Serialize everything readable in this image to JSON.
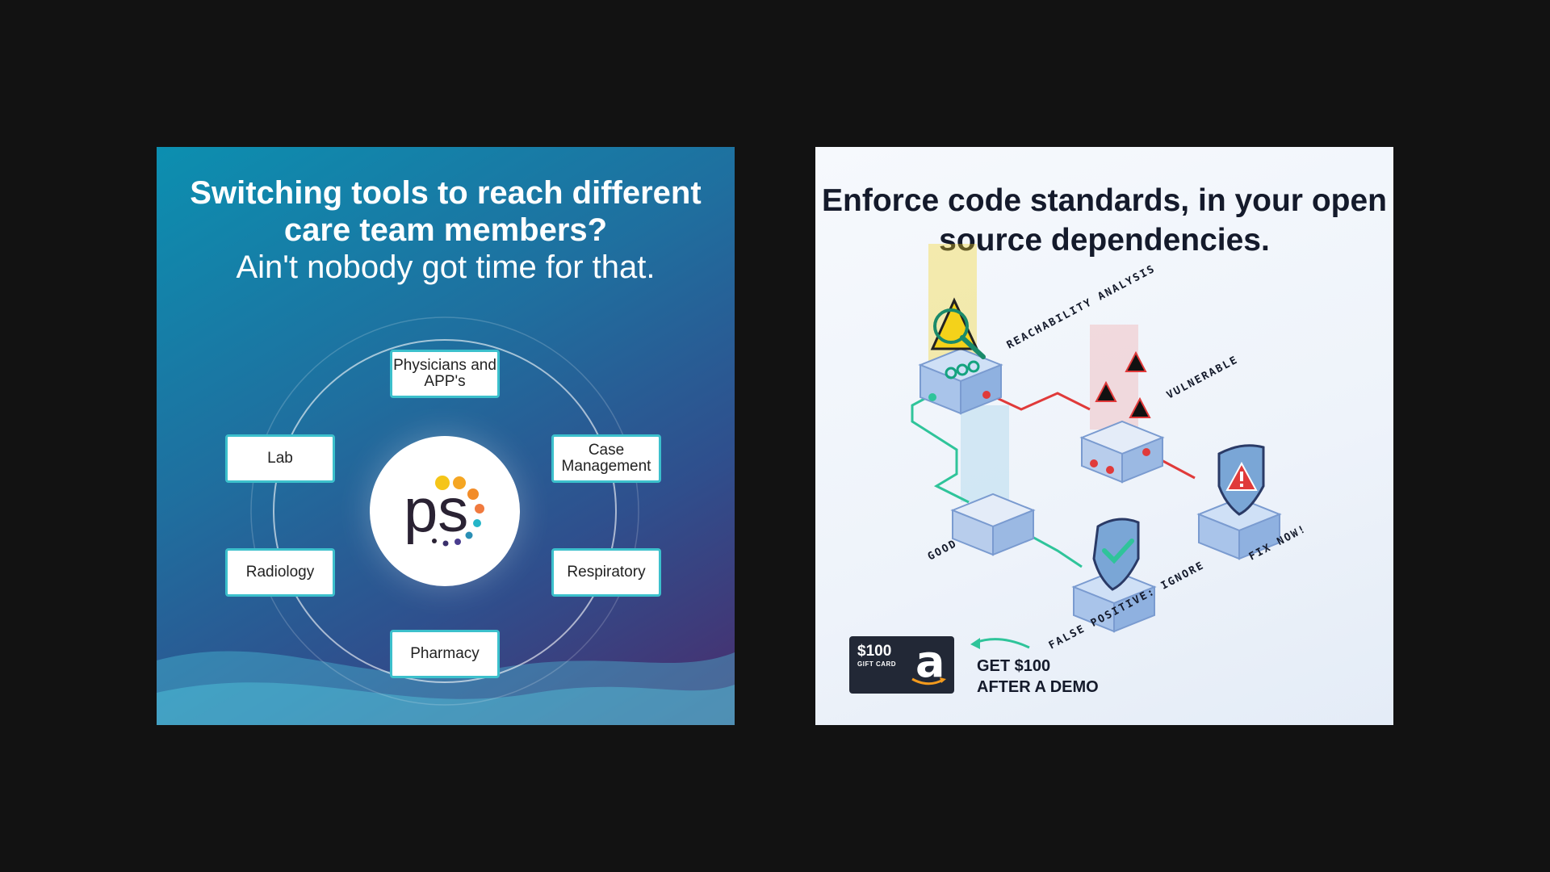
{
  "left_ad": {
    "headline_bold": "Switching tools to reach different care team members?",
    "headline_light": "Ain't nobody got time for that.",
    "logo_text": "ps",
    "roles": {
      "top": "Physicians and APP's",
      "upper_right": "Case Management",
      "lower_right": "Respiratory",
      "bottom": "Pharmacy",
      "lower_left": "Radiology",
      "upper_left": "Lab"
    },
    "colors": {
      "accent": "#3cc0cc",
      "gradient_start": "#0c8fb0",
      "gradient_end": "#4a2c6c"
    }
  },
  "right_ad": {
    "headline": "Enforce code standards, in your open source dependencies.",
    "labels": {
      "reachability": "REACHABILITY ANALYSIS",
      "vulnerable": "VULNERABLE",
      "good": "GOOD",
      "fix_now": "FIX NOW!",
      "false_positive": "FALSE POSITIVE: IGNORE"
    },
    "gift_card": {
      "amount": "$100",
      "subtitle": "GIFT CARD",
      "logo": "a"
    },
    "cta_line1": "GET $100",
    "cta_line2": "AFTER A DEMO",
    "colors": {
      "danger": "#e03a3a",
      "safe": "#2fc49a",
      "warning": "#f4d21a"
    }
  }
}
